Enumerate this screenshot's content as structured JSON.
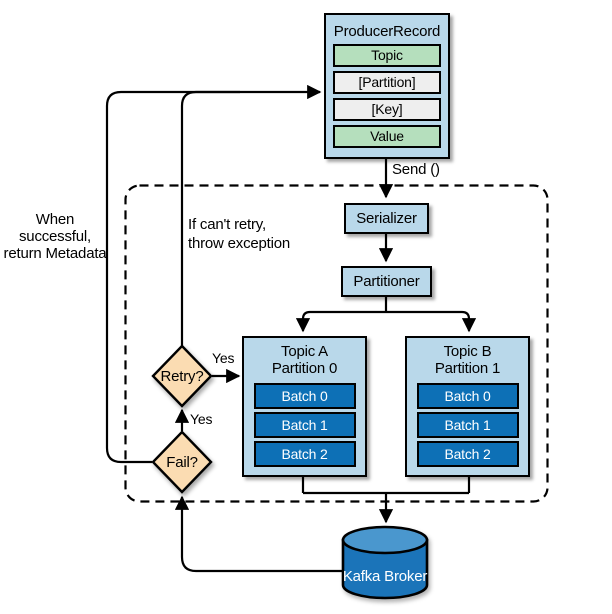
{
  "diagram": {
    "producer_record": {
      "title": "ProducerRecord",
      "fields": [
        {
          "label": "Topic",
          "tone": "green"
        },
        {
          "label": "[Partition]",
          "tone": "gray"
        },
        {
          "label": "[Key]",
          "tone": "gray"
        },
        {
          "label": "Value",
          "tone": "green"
        }
      ]
    },
    "send_label": "Send ()",
    "serializer_label": "Serializer",
    "partitioner_label": "Partitioner",
    "partitions": [
      {
        "title_line1": "Topic A",
        "title_line2": "Partition 0",
        "batches": [
          "Batch 0",
          "Batch 1",
          "Batch 2"
        ]
      },
      {
        "title_line1": "Topic B",
        "title_line2": "Partition 1",
        "batches": [
          "Batch 0",
          "Batch 1",
          "Batch 2"
        ]
      }
    ],
    "retry_label": "Retry?",
    "fail_label": "Fail?",
    "yes_retry_to_topic": "Yes",
    "yes_fail_to_retry": "Yes",
    "broker_label": "Kafka Broker",
    "note_success_line1": "When successful,",
    "note_success_line2": "return Metadata",
    "note_exception_line1": "If can't retry,",
    "note_exception_line2": "throw exception",
    "colors": {
      "box_blue": "#b9d8ea",
      "field_green": "#b5dfbd",
      "field_gray": "#eeeeee",
      "batch_blue": "#0d70b6",
      "diamond_peach": "#fbdcb2",
      "cylinder_blue": "#1b74b9",
      "cylinder_top_blue": "#4a97ce",
      "line_black": "#000000",
      "text_white": "#ffffff"
    }
  }
}
